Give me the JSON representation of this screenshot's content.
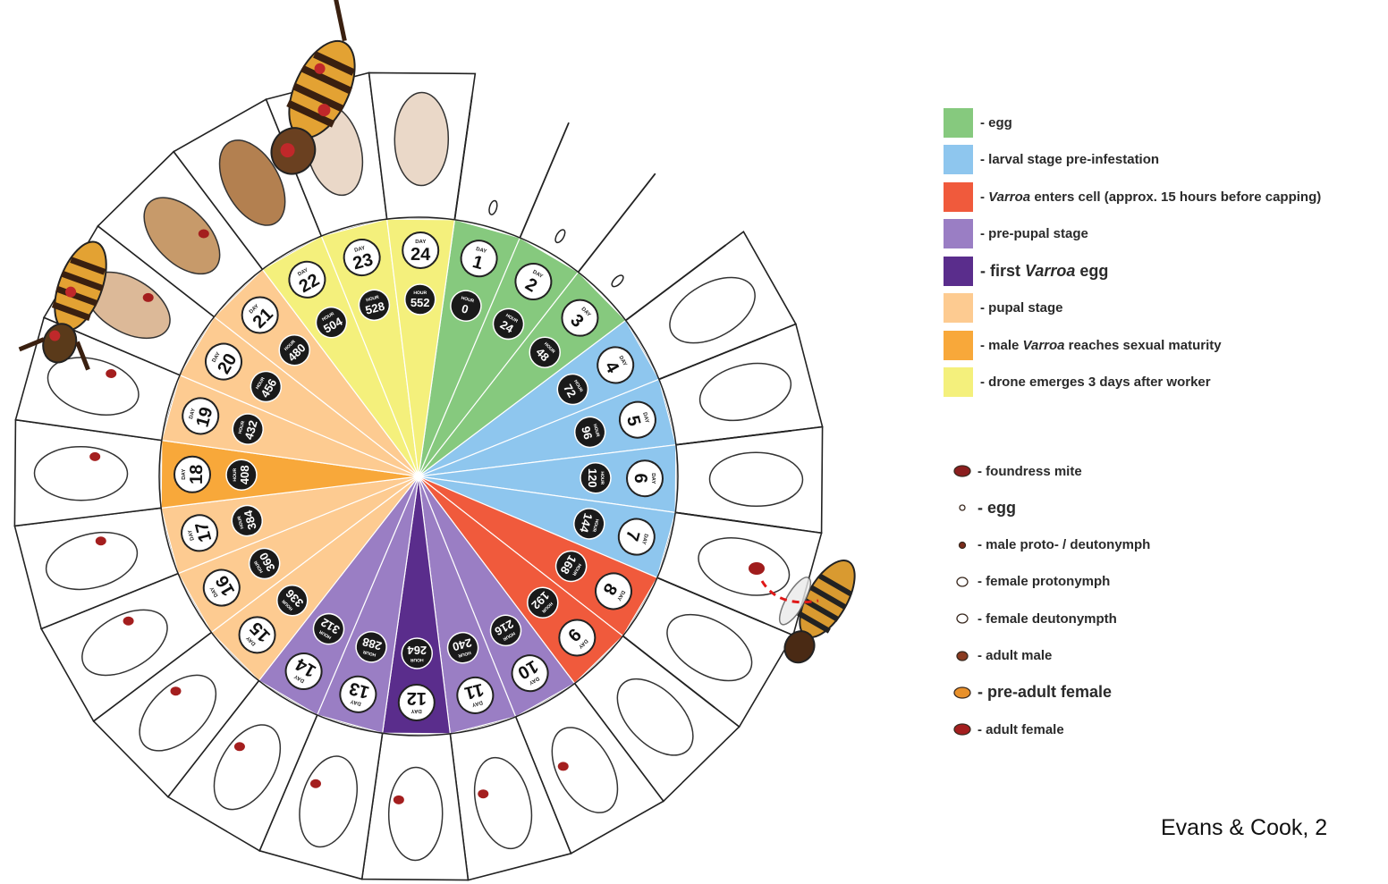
{
  "stage_legend": [
    {
      "id": "egg",
      "label_prefix": "- egg",
      "label_italic": "",
      "label_suffix": "",
      "color": "#86c97e",
      "big": false
    },
    {
      "id": "larval",
      "label_prefix": "- larval stage pre-infestation",
      "label_italic": "",
      "label_suffix": "",
      "color": "#8ec6ee",
      "big": false
    },
    {
      "id": "varroa-enters",
      "label_prefix": "- ",
      "label_italic": "Varroa",
      "label_suffix": " enters cell (approx. 15 hours before capping)",
      "color": "#f05a3c",
      "big": false
    },
    {
      "id": "pre-pupal",
      "label_prefix": "- pre-pupal stage",
      "label_italic": "",
      "label_suffix": "",
      "color": "#9a7ec4",
      "big": false
    },
    {
      "id": "first-egg",
      "label_prefix": "- first ",
      "label_italic": "Varroa",
      "label_suffix": " egg",
      "color": "#5a2d8c",
      "big": true
    },
    {
      "id": "pupal",
      "label_prefix": "- pupal stage",
      "label_italic": "",
      "label_suffix": "",
      "color": "#fdcb91",
      "big": false
    },
    {
      "id": "male-maturity",
      "label_prefix": "- male ",
      "label_italic": "Varroa",
      "label_suffix": " reaches sexual maturity",
      "color": "#f8a83a",
      "big": false
    },
    {
      "id": "drone",
      "label_prefix": "- drone emerges 3 days after worker",
      "label_italic": "",
      "label_suffix": "",
      "color": "#f4f07c",
      "big": false
    }
  ],
  "mite_legend": [
    {
      "id": "foundress",
      "label": "- foundress mite",
      "symbol": "foundress-mite-icon",
      "color": "#8b1e1e",
      "big": false
    },
    {
      "id": "egg",
      "label": "- egg",
      "symbol": "mite-egg-icon",
      "color": "#ffffff",
      "big": true
    },
    {
      "id": "male-nymph",
      "label": "- male proto- / deutonymph",
      "symbol": "male-nymph-icon",
      "color": "#7a2a1a",
      "big": false
    },
    {
      "id": "female-protonymph",
      "label": "- female protonymph",
      "symbol": "female-protonymph-icon",
      "color": "#ffffff",
      "big": false
    },
    {
      "id": "female-deutonymph",
      "label": "- female deutonympth",
      "symbol": "female-deutonymph-icon",
      "color": "#ffffff",
      "big": false
    },
    {
      "id": "adult-male",
      "label": "- adult male",
      "symbol": "adult-male-icon",
      "color": "#8a3a20",
      "big": false
    },
    {
      "id": "pre-adult-female",
      "label": "- pre-adult female",
      "symbol": "pre-adult-female-icon",
      "color": "#e8902a",
      "big": true
    },
    {
      "id": "adult-female",
      "label": "- adult female",
      "symbol": "adult-female-icon",
      "color": "#a41e1e",
      "big": false
    }
  ],
  "wheel": {
    "day_prefix": "DAY",
    "hour_prefix": "HOUR",
    "days": [
      {
        "day": "1",
        "hour": "0",
        "stage": "egg"
      },
      {
        "day": "2",
        "hour": "24",
        "stage": "egg"
      },
      {
        "day": "3",
        "hour": "48",
        "stage": "egg"
      },
      {
        "day": "4",
        "hour": "72",
        "stage": "larval"
      },
      {
        "day": "5",
        "hour": "96",
        "stage": "larval"
      },
      {
        "day": "6",
        "hour": "120",
        "stage": "larval"
      },
      {
        "day": "7",
        "hour": "144",
        "stage": "larval"
      },
      {
        "day": "8",
        "hour": "168",
        "stage": "varroa-enters"
      },
      {
        "day": "9",
        "hour": "192",
        "stage": "varroa-enters"
      },
      {
        "day": "10",
        "hour": "216",
        "stage": "pre-pupal"
      },
      {
        "day": "11",
        "hour": "240",
        "stage": "pre-pupal"
      },
      {
        "day": "12",
        "hour": "264",
        "stage": "first-egg"
      },
      {
        "day": "13",
        "hour": "288",
        "stage": "pre-pupal"
      },
      {
        "day": "14",
        "hour": "312",
        "stage": "pre-pupal"
      },
      {
        "day": "15",
        "hour": "336",
        "stage": "pupal"
      },
      {
        "day": "16",
        "hour": "360",
        "stage": "pupal"
      },
      {
        "day": "17",
        "hour": "384",
        "stage": "pupal"
      },
      {
        "day": "18",
        "hour": "408",
        "stage": "male-maturity"
      },
      {
        "day": "19",
        "hour": "432",
        "stage": "pupal"
      },
      {
        "day": "20",
        "hour": "456",
        "stage": "pupal"
      },
      {
        "day": "21",
        "hour": "480",
        "stage": "pupal"
      },
      {
        "day": "22",
        "hour": "504",
        "stage": "drone"
      },
      {
        "day": "23",
        "hour": "528",
        "stage": "drone"
      },
      {
        "day": "24",
        "hour": "552",
        "stage": "drone"
      }
    ],
    "brood_cells": [
      "egg-cell-icon",
      "egg-cell-icon",
      "egg-cell-icon",
      "curled-larva-icon",
      "coiled-larva-icon",
      "coiled-larva-icon",
      "coiled-larva-icon",
      "coiled-larva-icon",
      "capped-larva-icon",
      "stretched-larva-icon",
      "prepupa-icon",
      "prepupa-icon",
      "prepupa-icon",
      "prepupa-icon",
      "white-pupa-icon",
      "white-pupa-icon",
      "white-pupa-icon",
      "pink-eye-pupa-icon",
      "purple-eye-pupa-icon",
      "tan-pupa-icon",
      "brown-pupa-icon",
      "dark-pupa-icon",
      "faded-pupa-icon",
      "faded-pupa-icon"
    ],
    "bees": [
      "foundress-entry-bee-icon",
      "emerging-worker-bee-icon",
      "emerging-drone-bee-icon"
    ]
  },
  "citation": "Evans & Cook, 2"
}
